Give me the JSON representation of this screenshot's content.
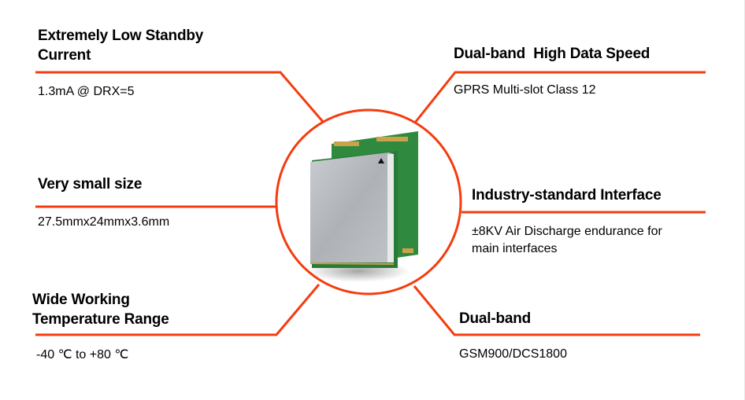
{
  "accent_color": "#f43c0f",
  "features": [
    {
      "title_line1": "Extremely Low Standby",
      "title_line2": "Current",
      "detail": "1.3mA @ DRX=5"
    },
    {
      "title": "Very small size",
      "detail": "27.5mmx24mmx3.6mm"
    },
    {
      "title_line1": "Wide Working",
      "title_line2": "Temperature Range",
      "detail": "-40 ℃ to +80 ℃"
    },
    {
      "title": "Dual-band  High Data Speed",
      "detail": "GPRS Multi-slot Class 12"
    },
    {
      "title": "Industry-standard Interface",
      "detail_line1": "±8KV Air Discharge endurance for",
      "detail_line2": "main interfaces"
    },
    {
      "title": "Dual-band",
      "detail": "GSM900/DCS1800"
    }
  ]
}
